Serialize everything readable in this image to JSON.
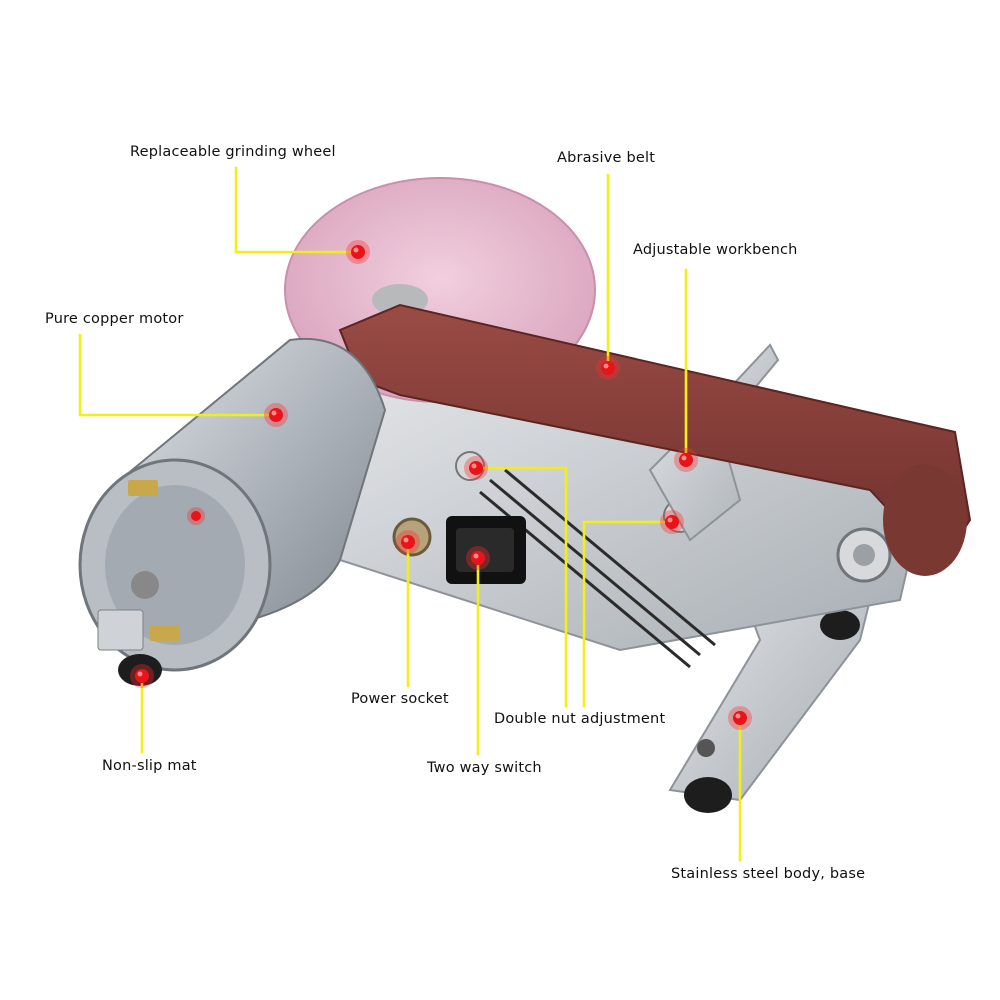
{
  "callouts": {
    "grinding_wheel": "Replaceable grinding wheel",
    "abrasive_belt": "Abrasive belt",
    "workbench": "Adjustable workbench",
    "motor": "Pure copper motor",
    "power_socket": "Power socket",
    "double_nut": "Double nut adjustment",
    "non_slip_mat": "Non-slip mat",
    "two_way_switch": "Two way switch",
    "body_base": "Stainless steel body, base"
  },
  "colors": {
    "leader_line": "#f2ee1a",
    "marker": "#e8141a",
    "belt": "#8a3f3a",
    "wheel": "#e6b8cc",
    "steel": "#c9cdd2"
  }
}
